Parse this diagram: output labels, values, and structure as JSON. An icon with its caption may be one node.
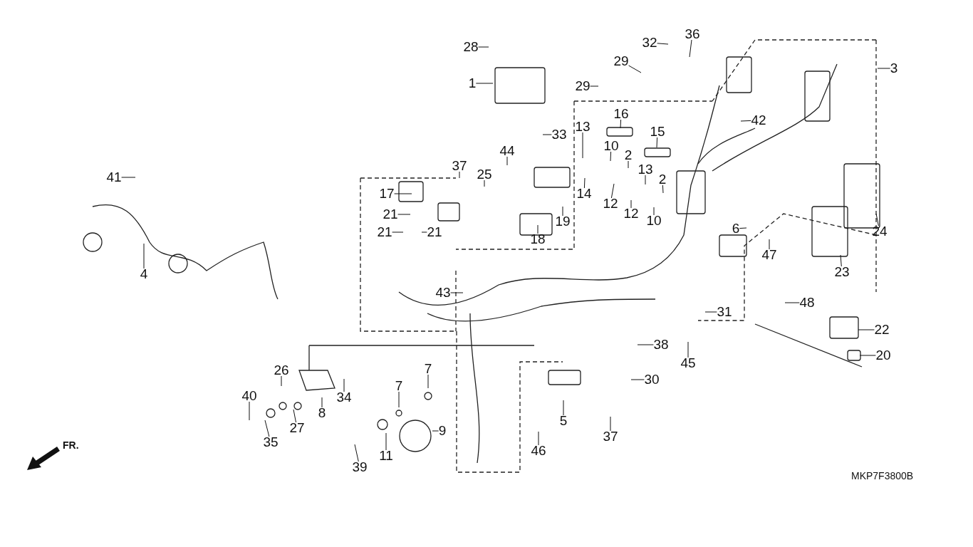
{
  "diagram": {
    "nodes": [
      {
        "text": [
          "28"
        ]
      },
      {
        "text": [
          "36"
        ]
      },
      {
        "text": [
          "32"
        ]
      },
      {
        "text": [
          "3"
        ]
      },
      {
        "text": [
          "29"
        ]
      },
      {
        "text": [
          "1"
        ]
      },
      {
        "text": [
          "29"
        ]
      },
      {
        "text": [
          "16"
        ]
      },
      {
        "text": [
          "15"
        ]
      },
      {
        "text": [
          "33"
        ]
      },
      {
        "text": [
          "42"
        ]
      },
      {
        "text": [
          "13"
        ]
      },
      {
        "text": [
          "10"
        ]
      },
      {
        "text": [
          "2"
        ]
      },
      {
        "text": [
          "13"
        ]
      },
      {
        "text": [
          "2"
        ]
      },
      {
        "text": [
          "44"
        ]
      },
      {
        "text": [
          "37"
        ]
      },
      {
        "text": [
          "25"
        ]
      },
      {
        "text": [
          "41"
        ]
      },
      {
        "text": [
          "17"
        ]
      },
      {
        "text": [
          "14"
        ]
      },
      {
        "text": [
          "12"
        ]
      },
      {
        "text": [
          "12"
        ]
      },
      {
        "text": [
          "10"
        ]
      },
      {
        "text": [
          "19"
        ]
      },
      {
        "text": [
          "21"
        ]
      },
      {
        "text": [
          "6"
        ]
      },
      {
        "text": [
          "21"
        ]
      },
      {
        "text": [
          "21"
        ]
      },
      {
        "text": [
          "18"
        ]
      },
      {
        "text": [
          "24"
        ]
      },
      {
        "text": [
          "47"
        ]
      },
      {
        "text": [
          "4"
        ]
      },
      {
        "text": [
          "23"
        ]
      },
      {
        "text": [
          "43"
        ]
      },
      {
        "text": [
          "48"
        ]
      },
      {
        "text": [
          "31"
        ]
      },
      {
        "text": [
          "22"
        ]
      },
      {
        "text": [
          "38"
        ]
      },
      {
        "text": [
          "45"
        ]
      },
      {
        "text": [
          "20"
        ]
      },
      {
        "text": [
          "26"
        ]
      },
      {
        "text": [
          "7"
        ]
      },
      {
        "text": [
          "34"
        ]
      },
      {
        "text": [
          "30"
        ]
      },
      {
        "text": [
          "7"
        ]
      },
      {
        "text": [
          "8"
        ]
      },
      {
        "text": [
          "40"
        ]
      },
      {
        "text": [
          "5"
        ]
      },
      {
        "text": [
          "9"
        ]
      },
      {
        "text": [
          "37"
        ]
      },
      {
        "text": [
          "27"
        ]
      },
      {
        "text": [
          "35"
        ]
      },
      {
        "text": [
          "11"
        ]
      },
      {
        "text": [
          "46"
        ]
      },
      {
        "text": [
          "39"
        ]
      }
    ],
    "edges": [
      {
        "from": 0,
        "to": null,
        "arrow": "none"
      },
      {
        "from": 1,
        "to": null,
        "arrow": "none"
      },
      {
        "from": 2,
        "to": null,
        "arrow": "none"
      },
      {
        "from": 3,
        "to": null,
        "arrow": "none"
      },
      {
        "from": 4,
        "to": null,
        "arrow": "none"
      },
      {
        "from": 5,
        "to": null,
        "arrow": "none"
      },
      {
        "from": 6,
        "to": null,
        "arrow": "none"
      },
      {
        "from": 7,
        "to": null,
        "arrow": "none"
      },
      {
        "from": 8,
        "to": null,
        "arrow": "none"
      },
      {
        "from": 9,
        "to": null,
        "arrow": "none"
      },
      {
        "from": 10,
        "to": null,
        "arrow": "none"
      },
      {
        "from": 11,
        "to": null,
        "arrow": "none"
      },
      {
        "from": 12,
        "to": null,
        "arrow": "none"
      },
      {
        "from": 13,
        "to": null,
        "arrow": "none"
      },
      {
        "from": 14,
        "to": null,
        "arrow": "none"
      },
      {
        "from": 15,
        "to": null,
        "arrow": "none"
      },
      {
        "from": 16,
        "to": null,
        "arrow": "none"
      },
      {
        "from": 17,
        "to": null,
        "arrow": "none"
      },
      {
        "from": 18,
        "to": null,
        "arrow": "none"
      },
      {
        "from": 19,
        "to": null,
        "arrow": "none"
      },
      {
        "from": 20,
        "to": null,
        "arrow": "none"
      },
      {
        "from": 21,
        "to": null,
        "arrow": "none"
      },
      {
        "from": 22,
        "to": null,
        "arrow": "none"
      },
      {
        "from": 23,
        "to": null,
        "arrow": "none"
      },
      {
        "from": 24,
        "to": null,
        "arrow": "none"
      },
      {
        "from": 25,
        "to": null,
        "arrow": "none"
      },
      {
        "from": 26,
        "to": null,
        "arrow": "none"
      },
      {
        "from": 27,
        "to": null,
        "arrow": "none"
      },
      {
        "from": 28,
        "to": null,
        "arrow": "none"
      },
      {
        "from": 29,
        "to": null,
        "arrow": "none"
      },
      {
        "from": 30,
        "to": null,
        "arrow": "none"
      },
      {
        "from": 31,
        "to": null,
        "arrow": "none"
      },
      {
        "from": 32,
        "to": null,
        "arrow": "none"
      },
      {
        "from": 33,
        "to": null,
        "arrow": "none"
      },
      {
        "from": 34,
        "to": null,
        "arrow": "none"
      },
      {
        "from": 35,
        "to": null,
        "arrow": "none"
      },
      {
        "from": 36,
        "to": null,
        "arrow": "none"
      },
      {
        "from": 37,
        "to": null,
        "arrow": "none"
      },
      {
        "from": 38,
        "to": null,
        "arrow": "none"
      },
      {
        "from": 39,
        "to": null,
        "arrow": "none"
      },
      {
        "from": 40,
        "to": null,
        "arrow": "none"
      },
      {
        "from": 41,
        "to": null,
        "arrow": "none"
      },
      {
        "from": 42,
        "to": null,
        "arrow": "none"
      },
      {
        "from": 43,
        "to": null,
        "arrow": "none"
      },
      {
        "from": 44,
        "to": null,
        "arrow": "none"
      },
      {
        "from": 45,
        "to": null,
        "arrow": "none"
      },
      {
        "from": 46,
        "to": null,
        "arrow": "none"
      },
      {
        "from": 47,
        "to": null,
        "arrow": "none"
      },
      {
        "from": 48,
        "to": null,
        "arrow": "none"
      },
      {
        "from": 49,
        "to": null,
        "arrow": "none"
      },
      {
        "from": 50,
        "to": null,
        "arrow": "none"
      },
      {
        "from": 51,
        "to": null,
        "arrow": "none"
      },
      {
        "from": 52,
        "to": null,
        "arrow": "none"
      },
      {
        "from": 53,
        "to": null,
        "arrow": "none"
      },
      {
        "from": 54,
        "to": null,
        "arrow": "none"
      },
      {
        "from": 55,
        "to": null,
        "arrow": "none"
      },
      {
        "from": 56,
        "to": null,
        "arrow": "none"
      }
    ],
    "labels": [
      "FR.",
      "MKP7F3800B"
    ]
  }
}
